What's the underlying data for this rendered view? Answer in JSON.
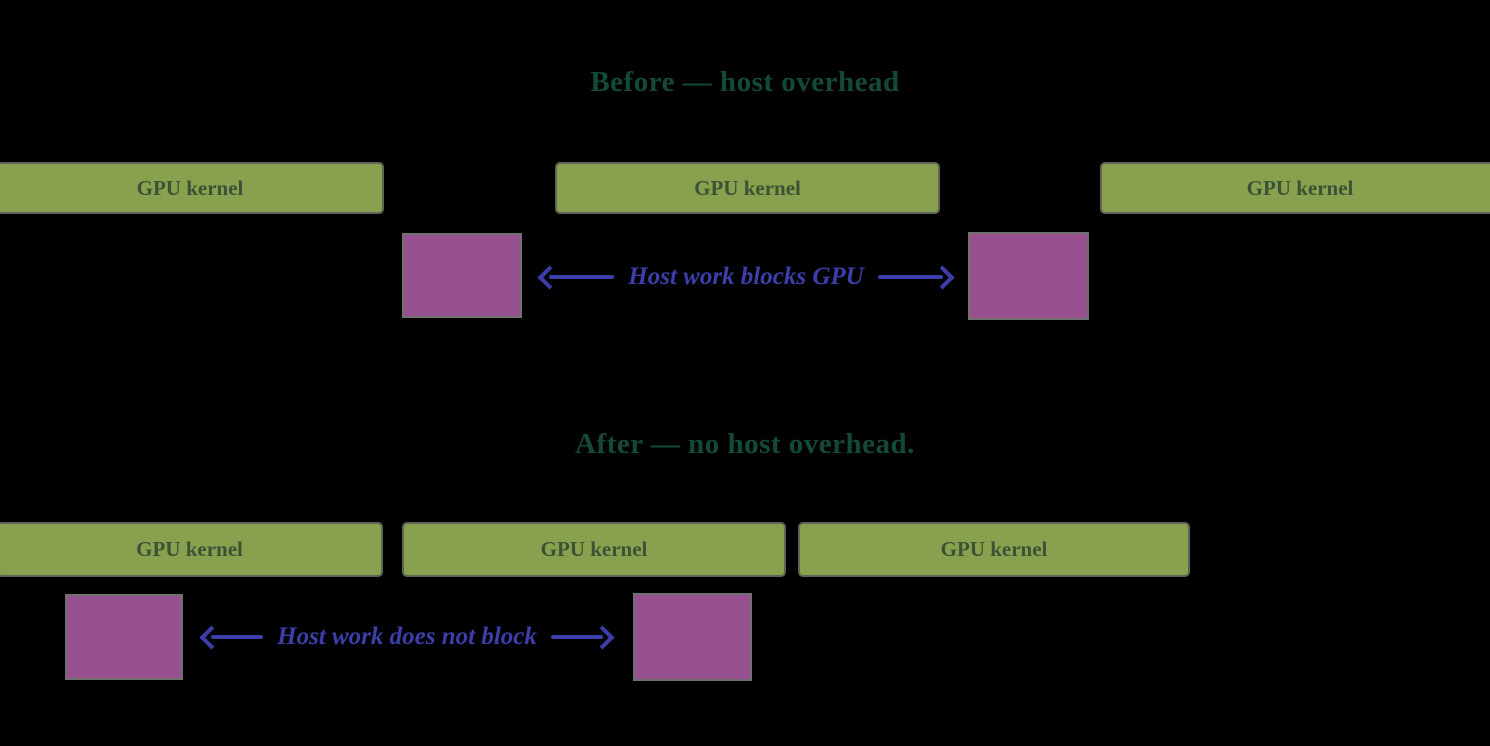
{
  "background": "#000000",
  "palette": {
    "kernel_fill": "#89a04e",
    "kernel_border": "#5e6554",
    "kernel_text": "#3a5335",
    "host_fill": "#96508f",
    "host_border": "#707070",
    "title_text": "#134a36",
    "arrow": "#3e3eaa"
  },
  "before": {
    "title": "Before — host overhead",
    "kernels": [
      "GPU kernel",
      "GPU kernel",
      "GPU kernel"
    ],
    "arrow_label": "Host work blocks GPU"
  },
  "after": {
    "title": "After — no host overhead.",
    "kernels": [
      "GPU kernel",
      "GPU kernel",
      "GPU kernel"
    ],
    "arrow_label": "Host work does not block"
  }
}
